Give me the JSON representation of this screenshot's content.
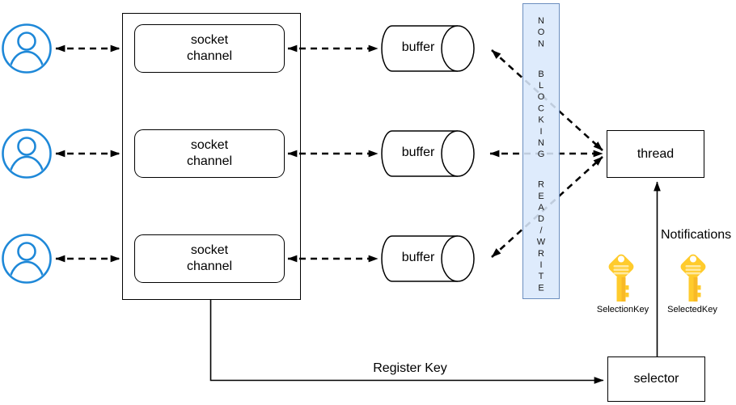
{
  "diagram": {
    "type": "nio-architecture-diagram",
    "clients": [
      {
        "icon": "user-icon"
      },
      {
        "icon": "user-icon"
      },
      {
        "icon": "user-icon"
      }
    ],
    "rows": [
      {
        "socket_label": "socket\nchannel",
        "buffer_label": "buffer"
      },
      {
        "socket_label": "socket\nchannel",
        "buffer_label": "buffer"
      },
      {
        "socket_label": "socket\nchannel",
        "buffer_label": "buffer"
      }
    ],
    "band": {
      "text": "NON BLOCKING READ/WRITE"
    },
    "thread": {
      "label": "thread"
    },
    "selector": {
      "label": "selector"
    },
    "keys": [
      {
        "icon": "key-icon",
        "label": "SelectionKey"
      },
      {
        "icon": "key-icon",
        "label": "SelectedKey"
      }
    ],
    "edges": {
      "notifications": "Notifications",
      "register_key": "Register Key"
    },
    "colors": {
      "user_blue": "#1E88D8",
      "band_fill": "#DAE8FC",
      "band_border": "#6C8EBF",
      "key_yellow": "#FFCB2C",
      "key_shade": "#F2AC25",
      "key_highlight": "#FFE9A0",
      "line": "#000000"
    }
  }
}
